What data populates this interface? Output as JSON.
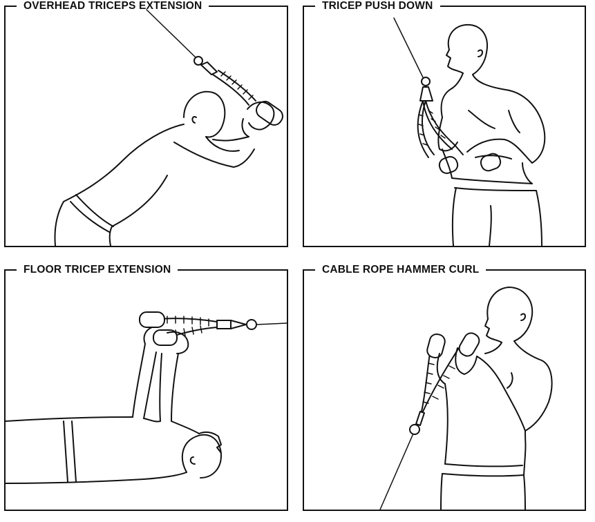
{
  "panels": [
    {
      "id": "p1",
      "title": "OVERHEAD TRICEPS EXTENSION"
    },
    {
      "id": "p2",
      "title": "TRICEP PUSH DOWN"
    },
    {
      "id": "p3",
      "title": "FLOOR TRICEP EXTENSION"
    },
    {
      "id": "p4",
      "title": "CABLE ROPE HAMMER CURL"
    }
  ]
}
